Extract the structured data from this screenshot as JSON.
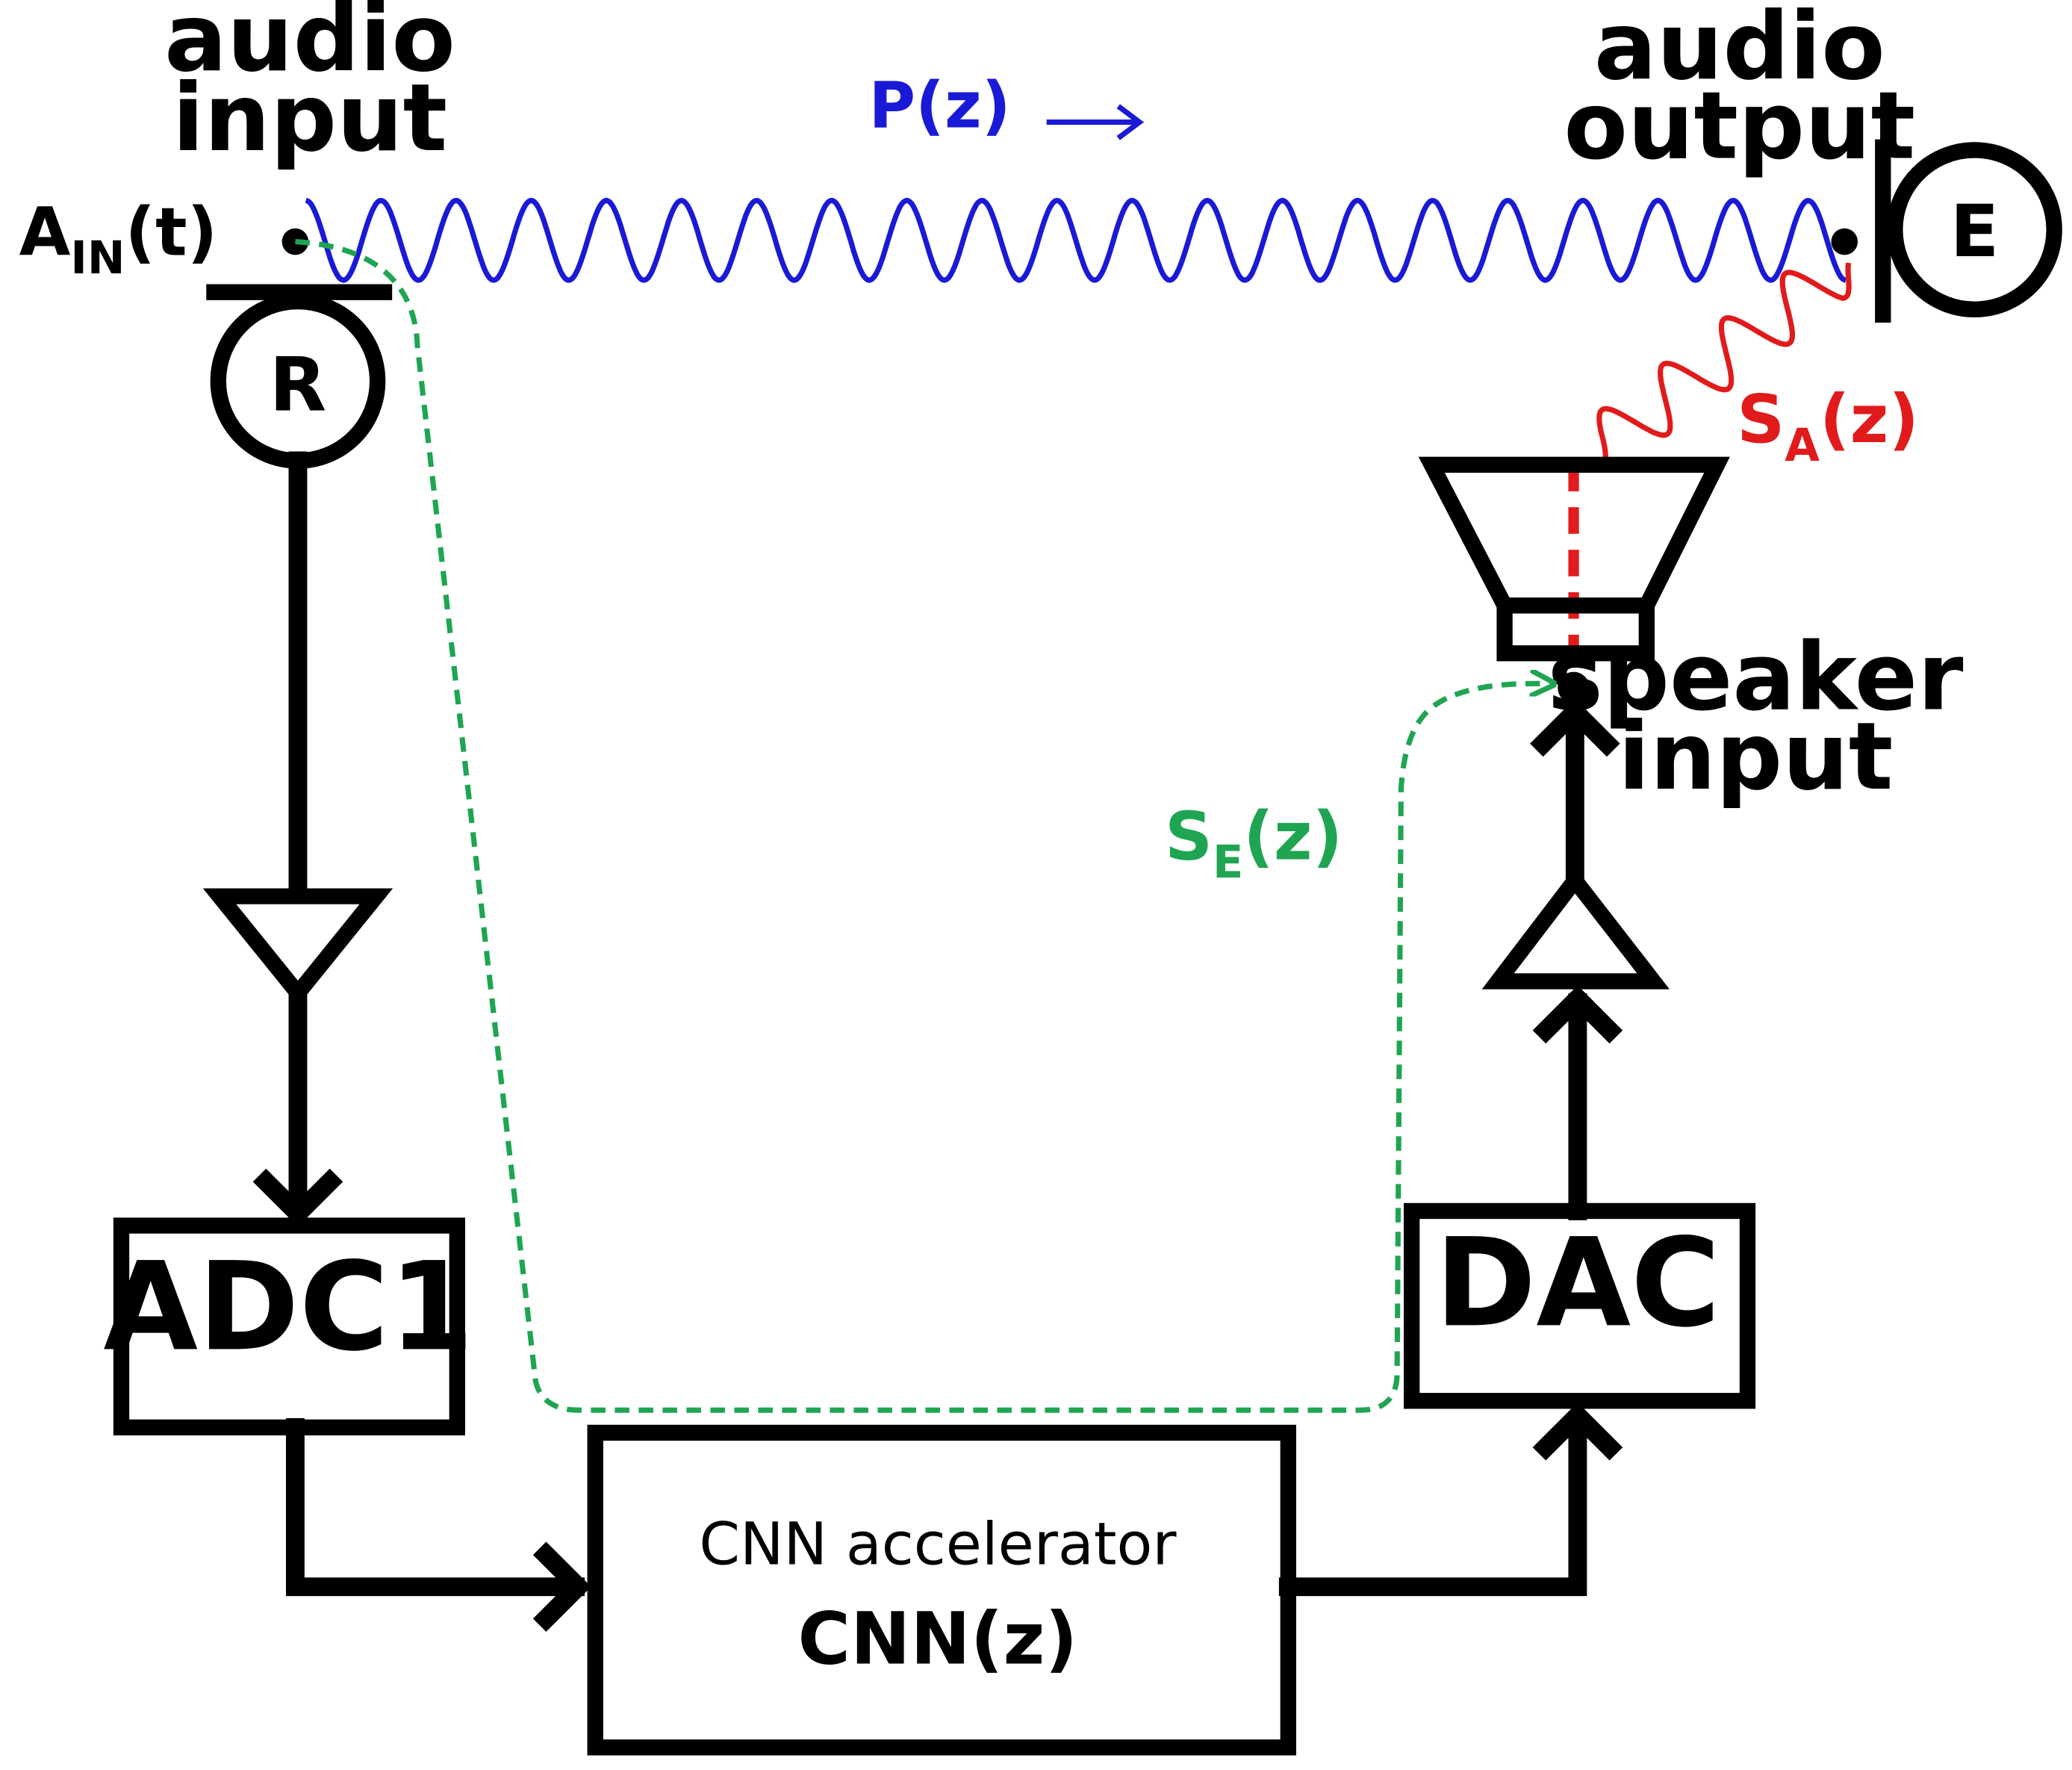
{
  "labels": {
    "audio_input_line1": "audio",
    "audio_input_line2": "input",
    "audio_output_line1": "audio",
    "audio_output_line2": "output",
    "ain_main": "A",
    "ain_sub": "IN",
    "ain_arg": "(t)",
    "speaker_input_line1": "speaker",
    "speaker_input_line2": "input"
  },
  "paths": {
    "primary": {
      "text": "P(z)",
      "arrow": "→",
      "color": "#1a1ad6"
    },
    "acoustic_secondary": {
      "main": "S",
      "sub": "A",
      "arg": "(z)",
      "color": "#e11b1b"
    },
    "electrical_secondary": {
      "main": "S",
      "sub": "E",
      "arg": "(z)",
      "color": "#1fa552"
    }
  },
  "nodes": {
    "reference_mic": "R",
    "error_mic": "E"
  },
  "blocks": {
    "adc": "ADC1",
    "dac": "DAC",
    "cnn_line1": "CNN accelerator",
    "cnn_line2": "CNN(z)"
  }
}
